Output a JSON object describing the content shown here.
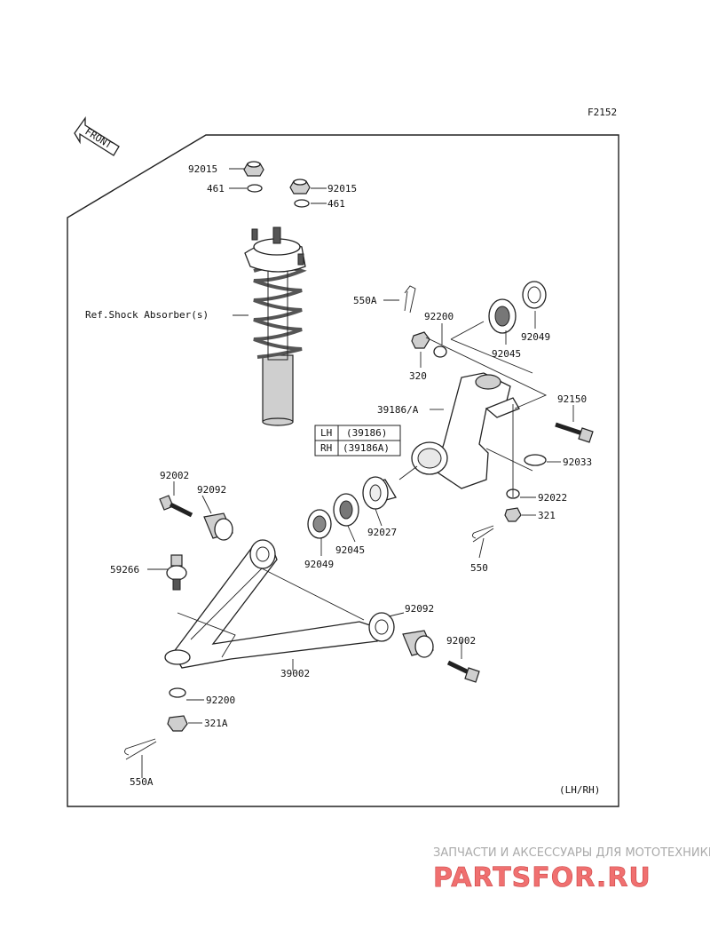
{
  "figure_code": "F2152",
  "front_arrow_label": "FRONT",
  "footer_note": "(LH/RH)",
  "ref_note": "Ref.Shock Absorber(s)",
  "parts": {
    "nut_left": "92015",
    "nut_right": "92015",
    "washer_left": "461",
    "washer_right": "461",
    "cotter_pin_top": "550A",
    "washer_92200_top": "92200",
    "nut_320": "320",
    "knuckle": "39186/A",
    "bearing_top": "92045",
    "seal_top": "92049",
    "bolt_92150": "92150",
    "ring_92033": "92033",
    "washer_92022": "92022",
    "nut_321": "321",
    "cotter_pin_550": "550",
    "bolt_left": "92002",
    "bushing_left": "92092",
    "ball_joint": "59266",
    "spacer_92027": "92027",
    "bearing_bottom": "92045",
    "seal_bottom": "92049",
    "bushing_right": "92092",
    "bolt_right": "92002",
    "arm": "39002",
    "washer_92200_bottom": "92200",
    "nut_321A": "321A",
    "cotter_pin_bottom": "550A"
  },
  "side_table": [
    {
      "side": "LH",
      "part_no": "(39186)"
    },
    {
      "side": "RH",
      "part_no": "(39186A)"
    }
  ],
  "watermark": {
    "tagline": "ЗАПЧАСТИ И АКСЕССУАРЫ ДЛЯ МОТОТЕХНИКИ",
    "site": "PARTSFOR.RU"
  }
}
